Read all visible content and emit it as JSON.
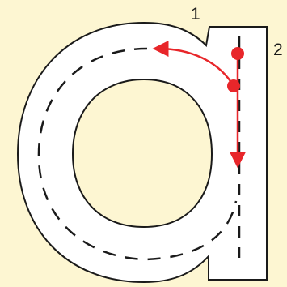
{
  "worksheet": {
    "letter": "a",
    "stroke_numbers": [
      "1",
      "2"
    ],
    "colors": {
      "background": "#fdf6d2",
      "letter_fill": "#ffffff",
      "letter_outline": "#1a1a1a",
      "guide_dashes": "#1a1a1a",
      "stroke_arrows": "#e8262a"
    },
    "icons": {
      "start_dot": "red-dot-icon",
      "arrowhead": "red-arrowhead-icon"
    }
  }
}
